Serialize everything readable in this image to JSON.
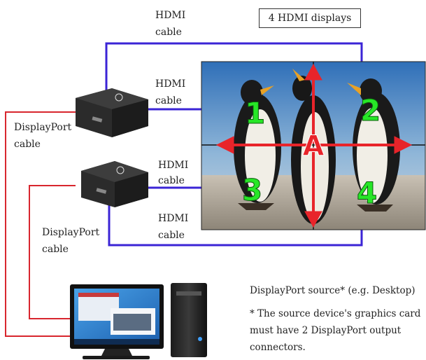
{
  "title_box": "4 HDMI displays",
  "labels": {
    "hdmi_top_line1": "HDMI",
    "hdmi_top_line2": "cable",
    "hdmi_1_line1": "HDMI",
    "hdmi_1_line2": "cable",
    "hdmi_2_line1": "HDMI",
    "hdmi_2_line2": "cable",
    "hdmi_3_line1": "HDMI",
    "hdmi_3_line2": "cable",
    "dp_1_line1": "DisplayPort",
    "dp_1_line2": "cable",
    "dp_2_line1": "DisplayPort",
    "dp_2_line2": "cable"
  },
  "source_caption": "DisplayPort source* (e.g. Desktop)",
  "footnote_lines": [
    "* The source device's graphics card",
    "must have 2 DisplayPort output",
    "connectors."
  ],
  "screen_quadrants": [
    "1",
    "2",
    "3",
    "4"
  ],
  "screen_center_label": "A",
  "colors": {
    "hdmi_cable": "#3b24d6",
    "displayport_cable": "#d8262e",
    "arrow": "#e8242a",
    "quadrant_number": "#27e627"
  },
  "icons": [
    "splitter-device-icon",
    "splitter-device-icon",
    "desktop-computer-icon"
  ]
}
